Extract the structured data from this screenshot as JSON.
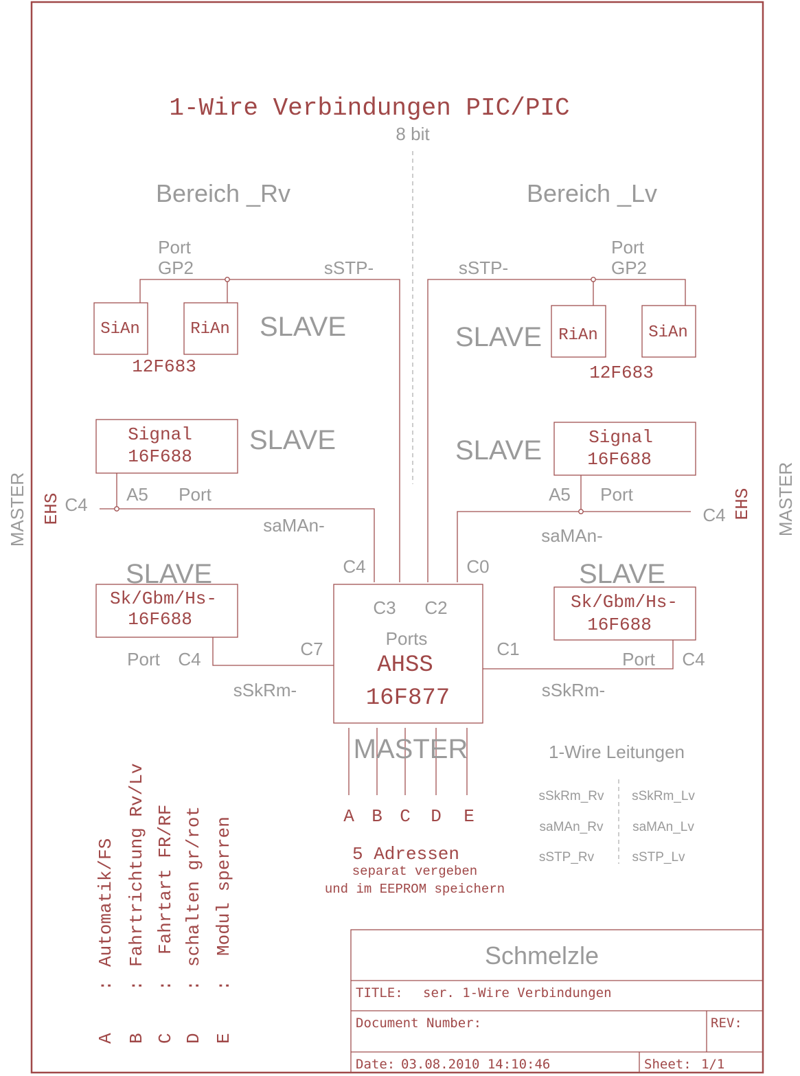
{
  "title": "1-Wire Verbindungen PIC/PIC",
  "bus_width": "8 bit",
  "area_rv": "Bereich _Rv",
  "area_lv": "Bereich _Lv",
  "side_master": "MASTER",
  "ehs": "EHS",
  "slave_label": "SLAVE",
  "port_word": "Port",
  "gp2": "GP2",
  "lines": {
    "sstp": "sSTP-",
    "saman": "saMAn-",
    "sskrm": "sSkRm-"
  },
  "chips": {
    "sian": "SiAn",
    "rian": "RiAn",
    "c12f683": "12F683",
    "signal": "Signal",
    "c16f688": "16F688",
    "skgbmhs": "Sk/Gbm/Hs-"
  },
  "pins": {
    "a5": "A5",
    "c4": "C4",
    "c0": "C0",
    "c3": "C3",
    "c2": "C2",
    "c7": "C7",
    "c1": "C1"
  },
  "master": {
    "ports": "Ports",
    "name": "AHSS",
    "chip": "16F877",
    "label": "MASTER",
    "address_letters": [
      "A",
      "B",
      "C",
      "D",
      "E"
    ]
  },
  "addresses": {
    "title": "5 Adressen",
    "line1": "separat vergeben",
    "line2": "und im EEPROM speichern"
  },
  "legend": [
    {
      "key": "A",
      "sep": ":",
      "text": "Automatik/FS"
    },
    {
      "key": "B",
      "sep": ":",
      "text": "Fahrtrichtung Rv/Lv"
    },
    {
      "key": "C",
      "sep": ":",
      "text": "Fahrtart FR/RF"
    },
    {
      "key": "D",
      "sep": ":",
      "text": "schalten gr/rot"
    },
    {
      "key": "E",
      "sep": ":",
      "text": "Modul sperren"
    }
  ],
  "wire_lines": {
    "title": "1-Wire Leitungen",
    "rv": [
      "sSkRm_Rv",
      "saMAn_Rv",
      "sSTP_Rv"
    ],
    "lv": [
      "sSkRm_Lv",
      "saMAn_Lv",
      "sSTP_Lv"
    ]
  },
  "title_block": {
    "company": "Schmelzle",
    "title_label": "TITLE:",
    "title_value": "ser. 1-Wire Verbindungen",
    "docnum_label": "Document Number:",
    "rev_label": "REV:",
    "date_label": "Date:",
    "date_value": "03.08.2010 14:10:46",
    "sheet_label": "Sheet:",
    "sheet_value": "1/1"
  }
}
